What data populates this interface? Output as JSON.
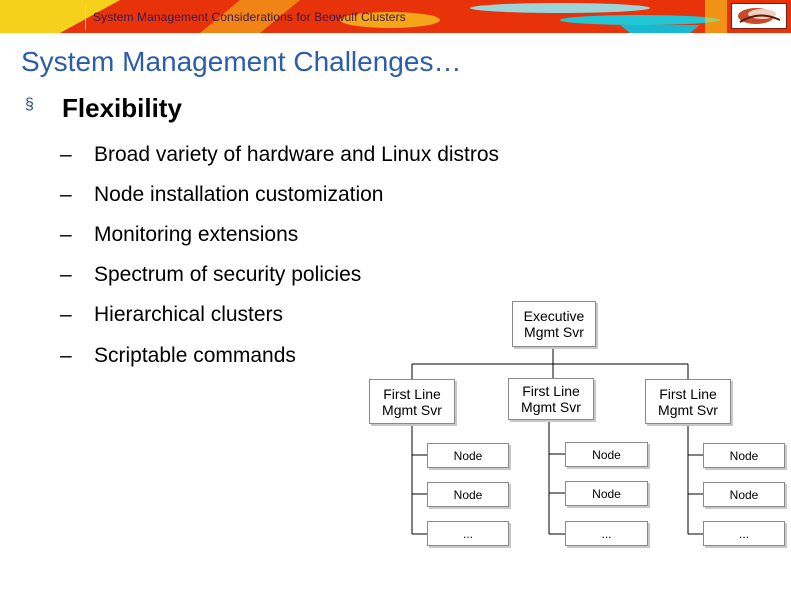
{
  "header": {
    "banner_title": "System Management Considerations for Beowulf Clusters"
  },
  "slide": {
    "title": "System Management Challenges…",
    "bullet_marker": "§",
    "bullet": "Flexibility",
    "sub_marker": "–",
    "sub_items": [
      "Broad variety of hardware and Linux distros",
      "Node installation customization",
      "Monitoring extensions",
      "Spectrum of security policies",
      "Hierarchical clusters",
      "Scriptable commands"
    ]
  },
  "diagram": {
    "executive": {
      "line1": "Executive",
      "line2": "Mgmt Svr"
    },
    "first_line": [
      {
        "line1": "First Line",
        "line2": "Mgmt Svr"
      },
      {
        "line1": "First Line",
        "line2": "Mgmt Svr"
      },
      {
        "line1": "First Line",
        "line2": "Mgmt Svr"
      }
    ],
    "columns": [
      [
        "Node",
        "Node",
        "..."
      ],
      [
        "Node",
        "Node",
        "..."
      ],
      [
        "Node",
        "Node",
        "..."
      ]
    ]
  }
}
